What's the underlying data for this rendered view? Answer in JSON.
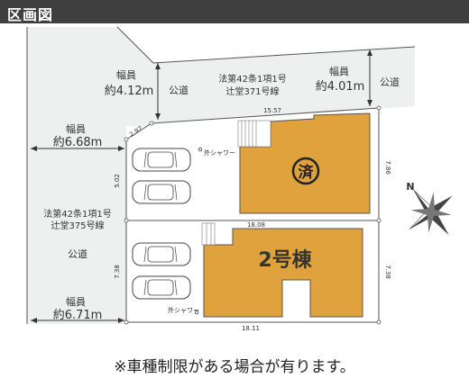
{
  "header": {
    "title": "区画図"
  },
  "roads": {
    "north": {
      "width_label_1": "幅員",
      "width_value_1": "約4.12m",
      "kind_1": "公道",
      "law_line1": "法第42条1項1号",
      "law_line2": "辻堂371号線",
      "width_label_2": "幅員",
      "width_value_2": "約4.01m",
      "kind_2": "公道"
    },
    "west": {
      "width_label_1": "幅員",
      "width_value_1": "約6.68m",
      "law_line1": "法第42条1項1号",
      "law_line2": "辻堂375号線",
      "kind": "公道",
      "width_label_2": "幅員",
      "width_value_2": "約6.71m"
    }
  },
  "dimensions": {
    "top": "15.57",
    "corner": "2.97",
    "upper_left": "5.02",
    "upper_right": "7.86",
    "middle": "18.08",
    "lower_left": "7.38",
    "lower_right": "7.38",
    "bottom": "18.11"
  },
  "lots": {
    "lot1": {
      "badge": "済",
      "shower": "外シャワー"
    },
    "lot2": {
      "label": "2号棟",
      "shower": "外シャワー"
    }
  },
  "compass": {
    "north_label": "N"
  },
  "colors": {
    "header_bg": "#3f3f3f",
    "road": "#eef0ef",
    "building": "#e0a23c",
    "building_stroke": "#555555"
  },
  "footer": {
    "note": "※車種制限がある場合が有ります。"
  }
}
